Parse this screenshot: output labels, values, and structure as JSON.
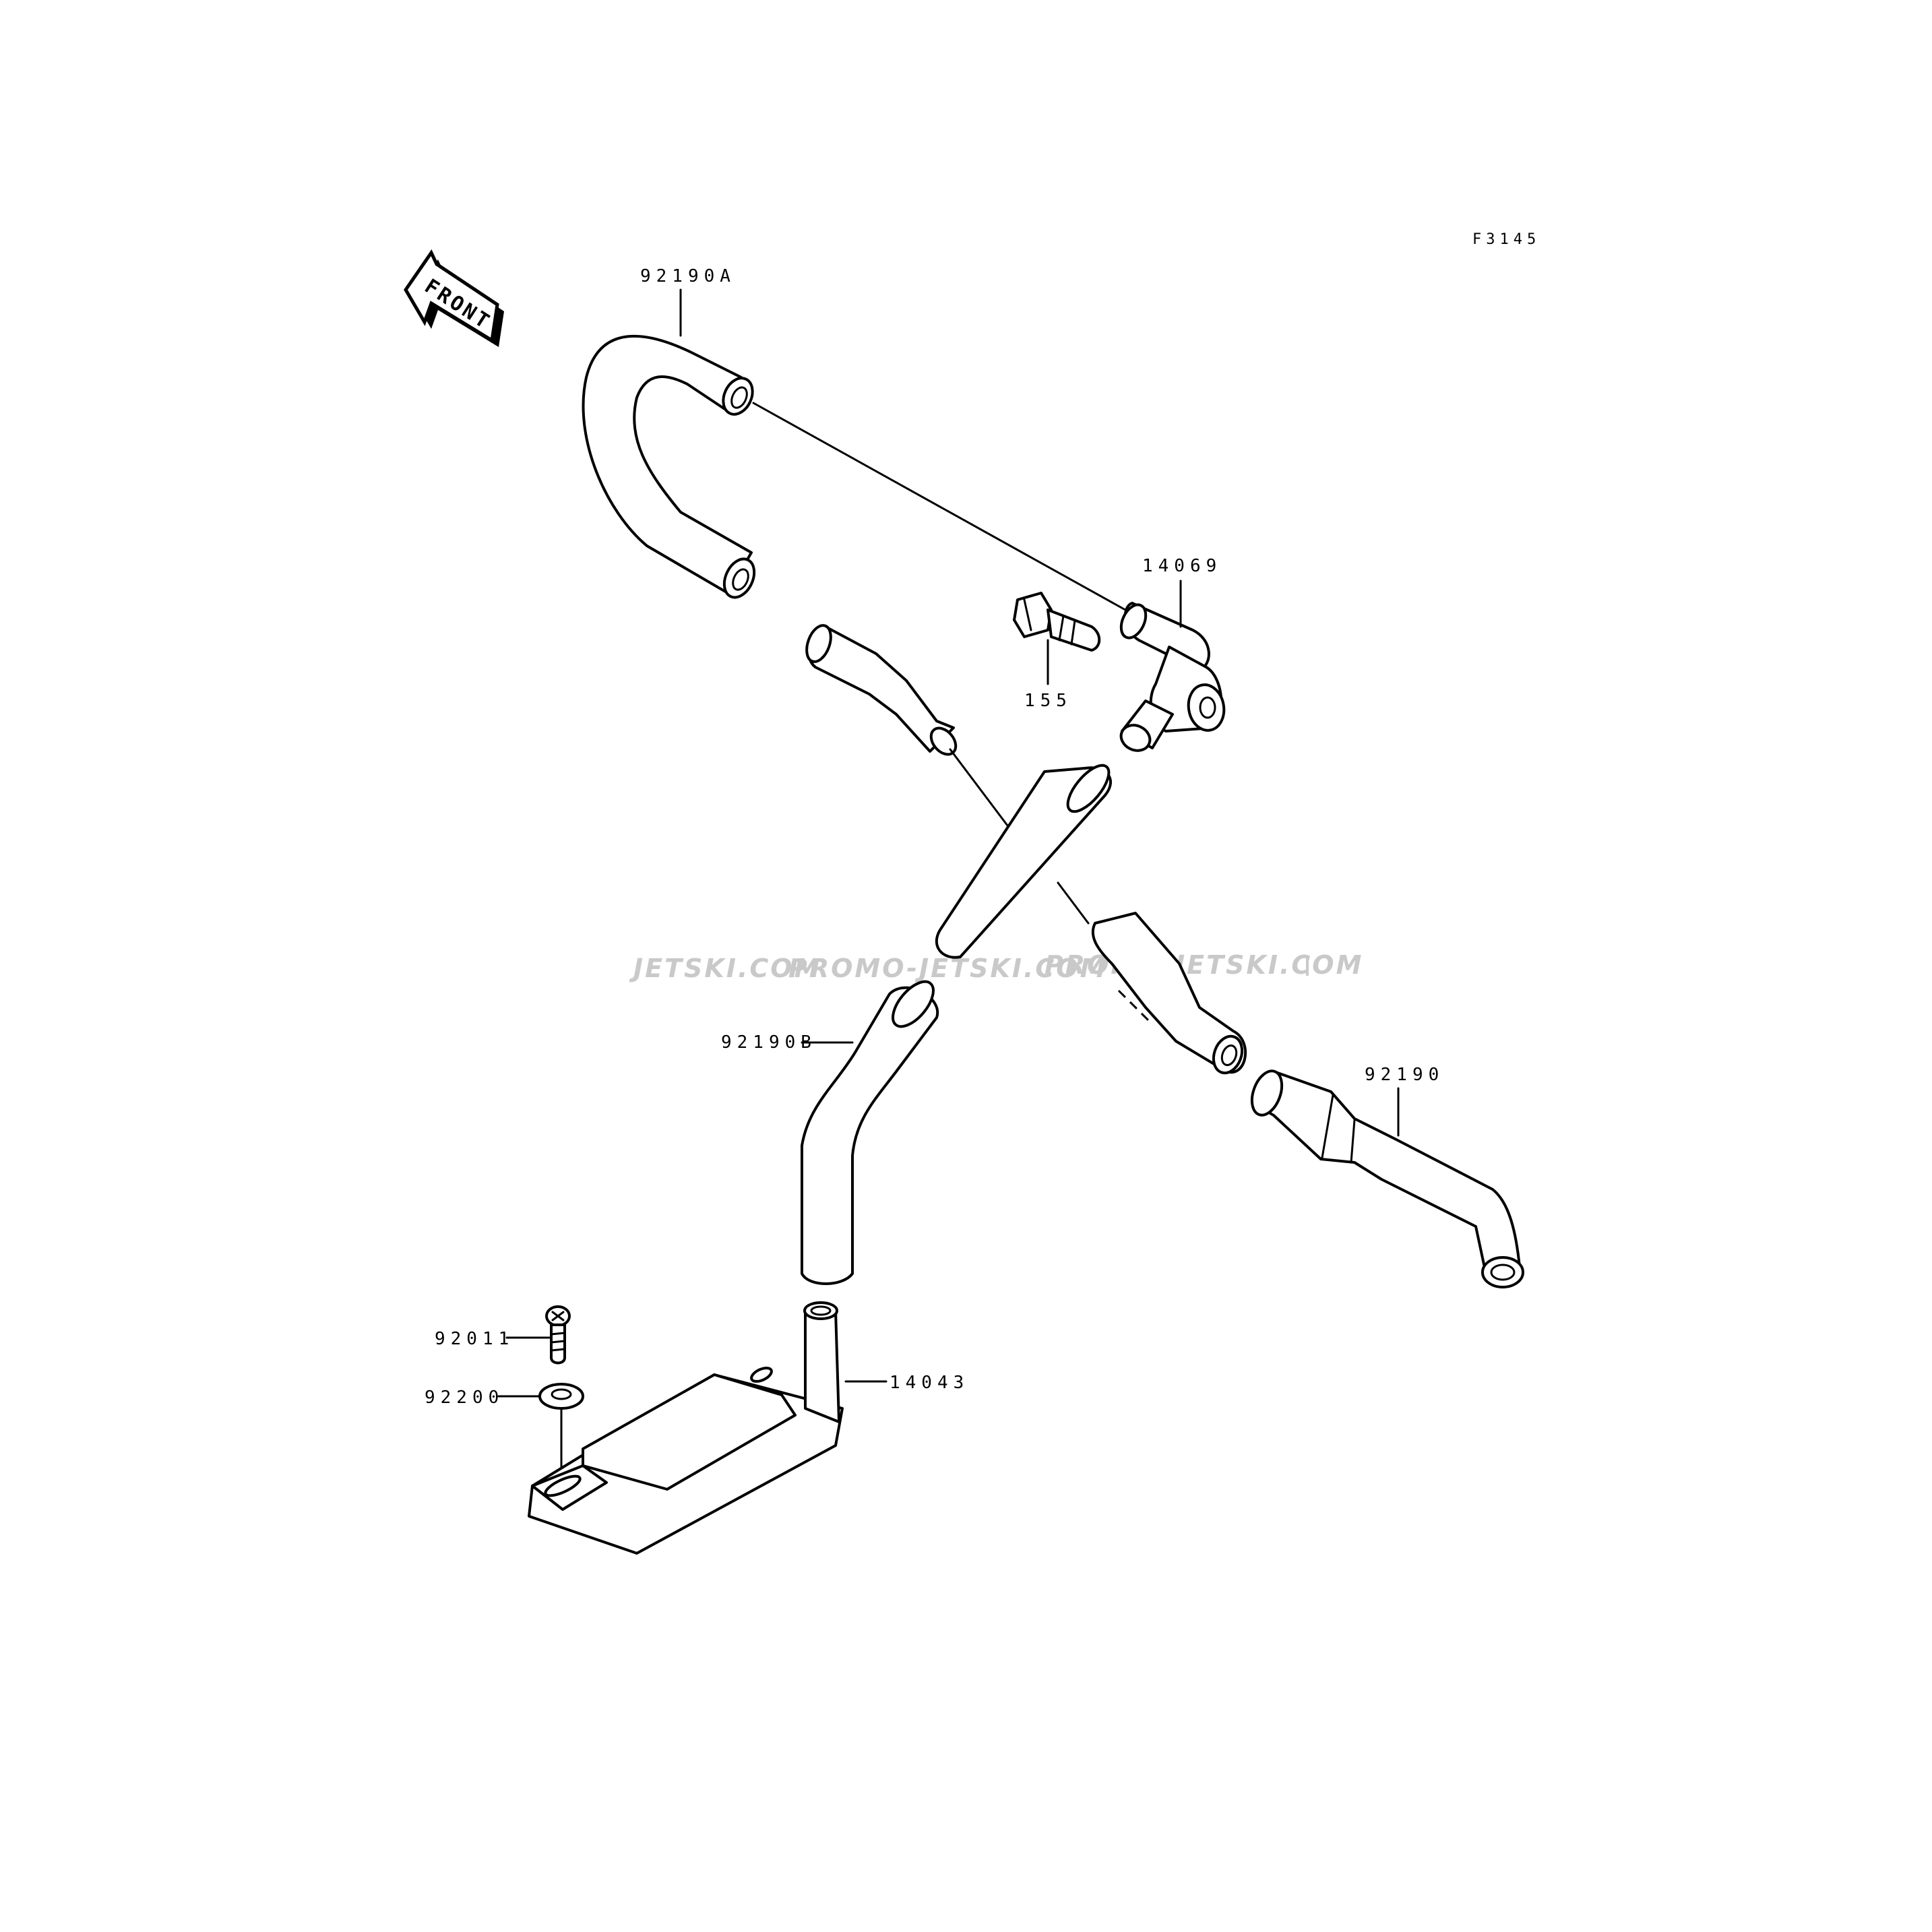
{
  "figure": {
    "id": "F3145"
  },
  "front_arrow": {
    "label": "FRONT"
  },
  "parts": {
    "hose_92190a": "92190A",
    "valve_14069": "14069",
    "fitting_155": "155",
    "hose_92190b": "92190B",
    "hose_92190": "92190",
    "screw_92011": "92011",
    "washer_92200": "92200",
    "cover_14043": "14043"
  },
  "watermark": {
    "text1": "JETSKI.COM",
    "text2": "PROMO-JETSKI.COM",
    "text3": "PROMO-JETSKI.COM"
  }
}
